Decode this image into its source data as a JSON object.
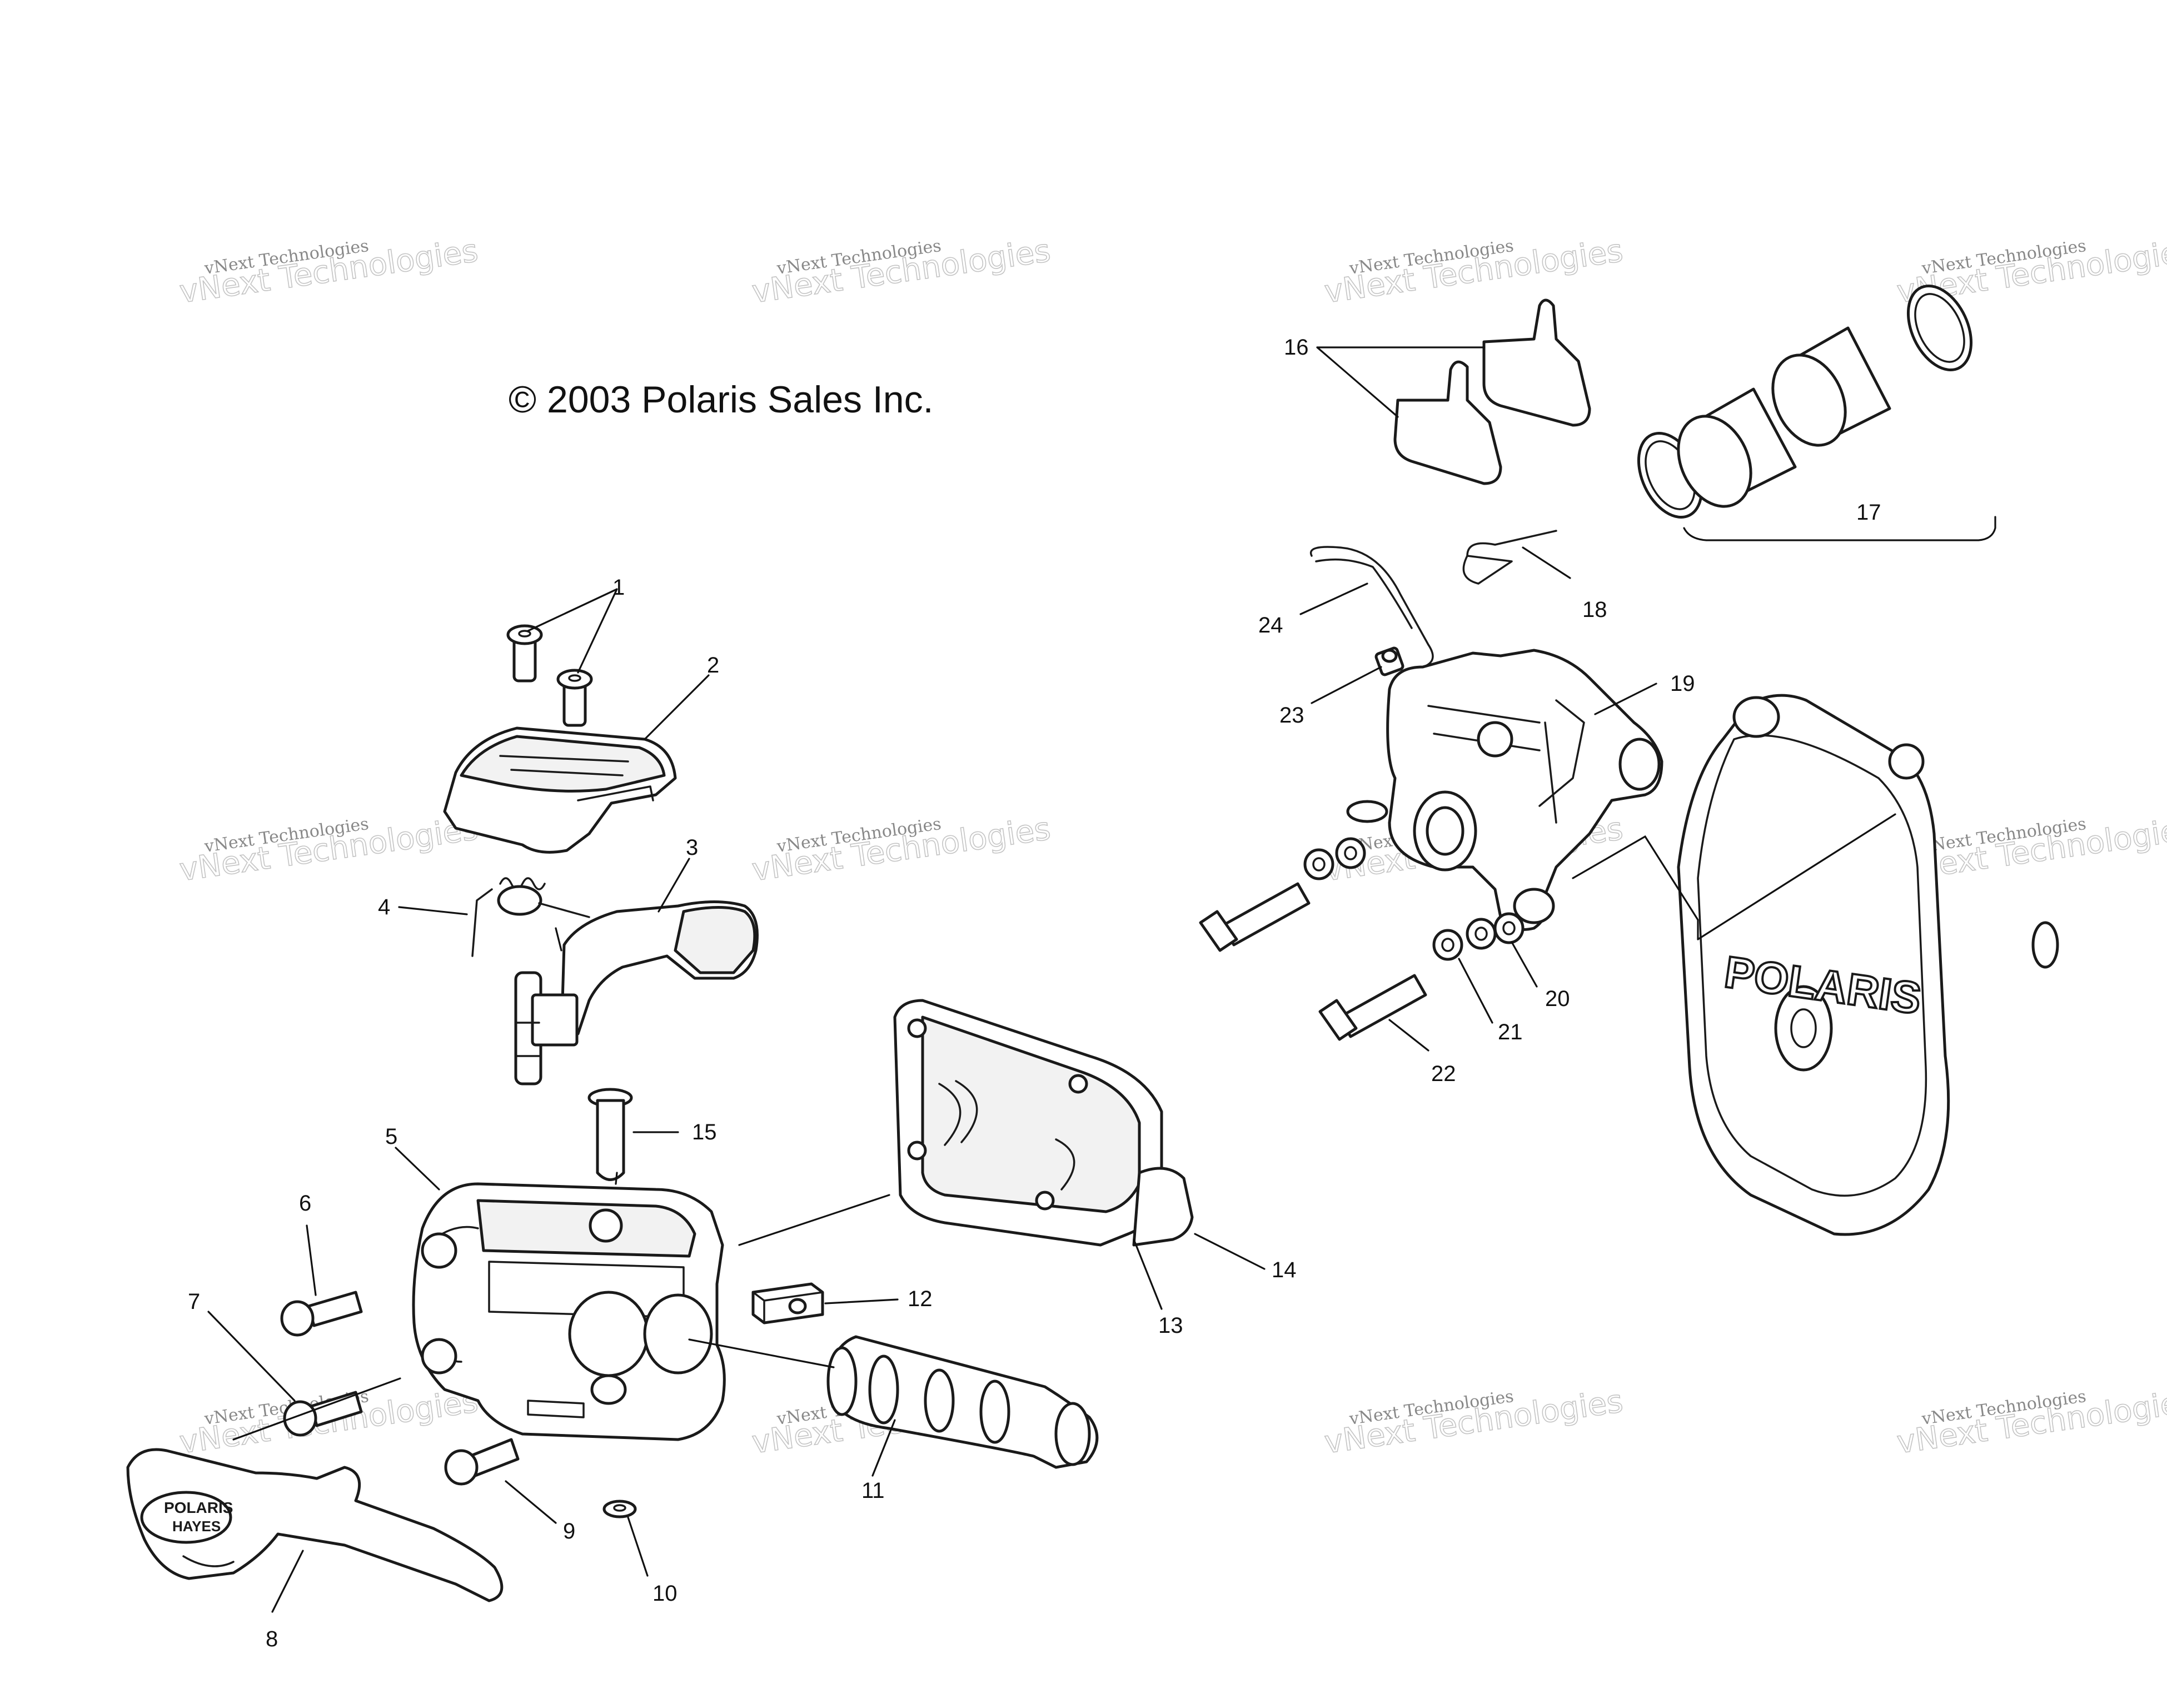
{
  "copyright": "© 2003 Polaris Sales Inc.",
  "watermark": {
    "line1": "vNext Technologies",
    "line2": "vNext Technologies"
  },
  "brand_marks": {
    "lever_logo_top": "POLARIS",
    "lever_logo_bottom": "HAYES",
    "cover_logo": "POLARIS"
  },
  "callouts": [
    "1",
    "2",
    "3",
    "4",
    "5",
    "6",
    "7",
    "8",
    "9",
    "10",
    "11",
    "12",
    "13",
    "14",
    "15",
    "16",
    "17",
    "18",
    "19",
    "20",
    "21",
    "22",
    "23",
    "24"
  ],
  "colors": {
    "line": "#1a1a1a",
    "watermark": "#c4c4c4",
    "background": "#ffffff"
  }
}
